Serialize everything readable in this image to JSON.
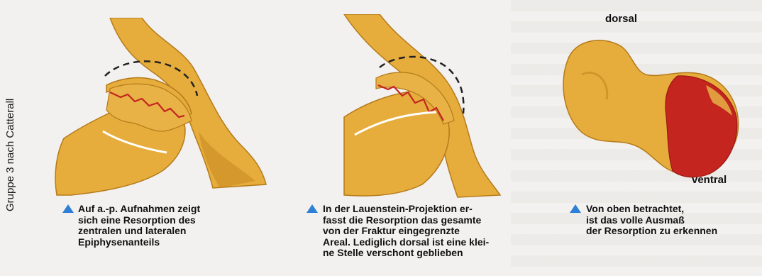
{
  "side_label": "Gruppe 3 nach Catterall",
  "illustrations": {
    "first_icon": "hip-joint-ap-illustration",
    "second_icon": "hip-joint-lauenstein-illustration",
    "third_icon": "femoral-head-top-view-illustration"
  },
  "labels": {
    "dorsal": "dorsal",
    "ventral": "ventral"
  },
  "captions": {
    "first": "Auf a.-p. Aufnahmen zeigt\nsich eine Resorption des\nzentralen und lateralen\nEpiphysenanteils",
    "second": "In der Lauenstein-Projektion er-\nfasst die Resorption das gesamte\nvon der Fraktur eingegrenzte\nAreal. Lediglich dorsal ist eine klei-\nne Stelle verschont geblieben",
    "third": "Von oben betrachtet,\nist das volle Ausmaß\nder Resorption zu erkennen"
  },
  "colors": {
    "bone": "#e6ad3c",
    "bone_shade": "#c98a22",
    "resorption": "#c4251f",
    "marker": "#2e7fd6"
  }
}
